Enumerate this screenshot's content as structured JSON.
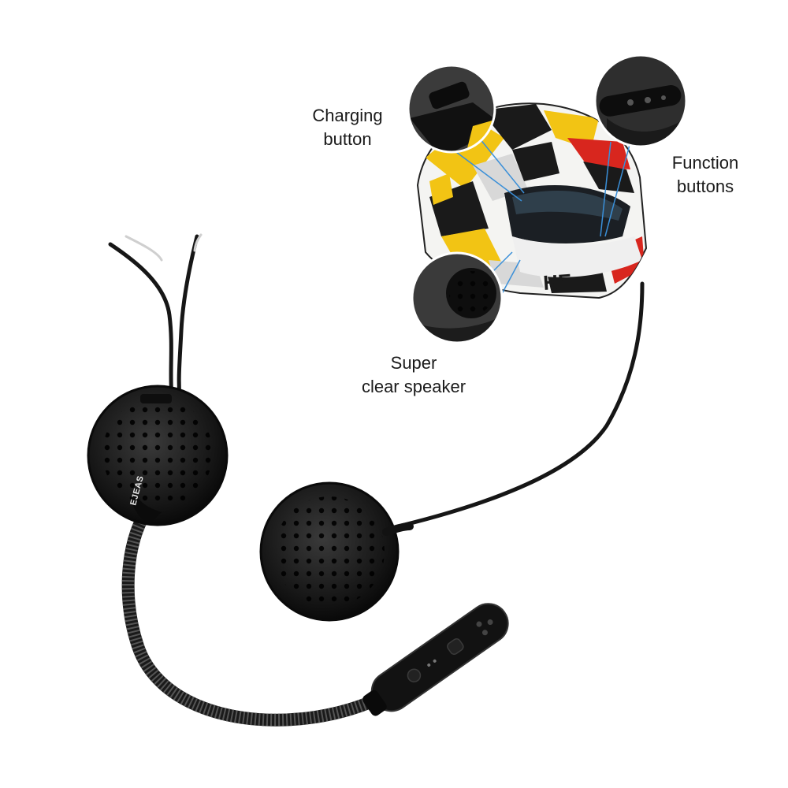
{
  "labels": {
    "charging_line1": "Charging",
    "charging_line2": "button",
    "function_line1": "Function",
    "function_line2": "buttons",
    "speaker_line1": "Super",
    "speaker_line2": "clear speaker"
  },
  "brand": "EJEAS",
  "colors": {
    "background": "#ffffff",
    "product_black": "#121212",
    "callout_blue": "#3a8fd8",
    "helmet_yellow": "#f2c414",
    "helmet_red": "#d8261e"
  }
}
